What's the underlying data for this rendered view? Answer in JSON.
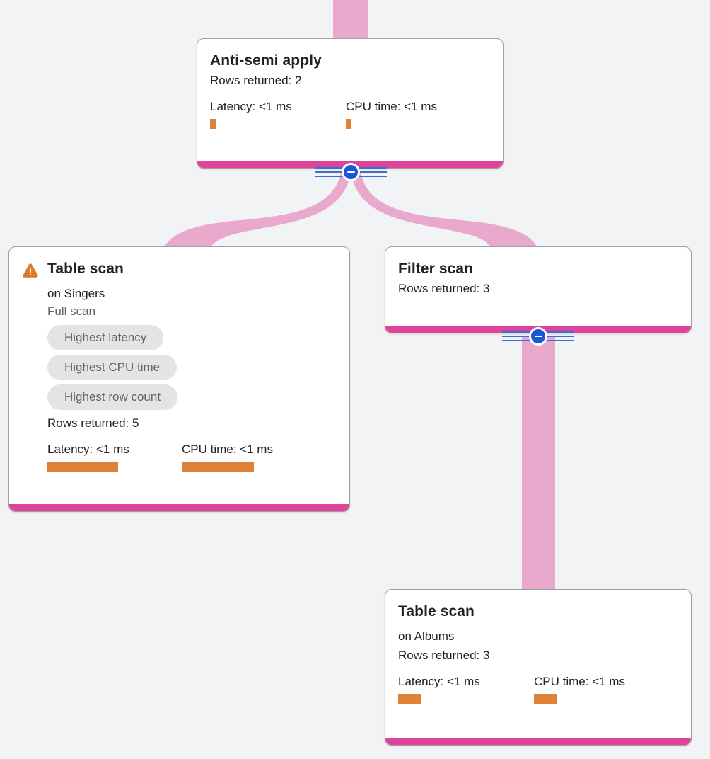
{
  "theme": {
    "background": "#f1f3f4",
    "card_background": "#ffffff",
    "card_border": "#9aa0a6",
    "accent_pink": "#e0429a",
    "edge_pink": "#e8a9cd",
    "metric_orange": "#df8136",
    "warning_orange": "#d97b2c",
    "chip_background": "#e4e4e4",
    "chip_text": "#5f6368",
    "toggle_blue": "#1a56d6"
  },
  "graph": {
    "nodes": [
      {
        "id": "anti-semi-apply",
        "title": "Anti-semi apply",
        "rows_returned": "Rows returned: 2",
        "latency_label": "Latency: <1 ms",
        "cpu_label": "CPU time: <1 ms",
        "latency_bar_width": 8,
        "cpu_bar_width": 8,
        "has_warning": false,
        "subtitle": null,
        "scan_type": null,
        "chips": []
      },
      {
        "id": "table-scan-singers",
        "title": "Table scan",
        "subtitle": "on Singers",
        "scan_type": "Full scan",
        "rows_returned": "Rows returned: 5",
        "latency_label": "Latency: <1 ms",
        "cpu_label": "CPU time: <1 ms",
        "latency_bar_width": 100,
        "cpu_bar_width": 102,
        "has_warning": true,
        "chips": [
          "Highest latency",
          "Highest CPU time",
          "Highest row count"
        ]
      },
      {
        "id": "filter-scan",
        "title": "Filter scan",
        "rows_returned": "Rows returned: 3",
        "subtitle": null,
        "scan_type": null,
        "latency_label": null,
        "cpu_label": null,
        "has_warning": false,
        "chips": []
      },
      {
        "id": "table-scan-albums",
        "title": "Table scan",
        "subtitle": "on Albums",
        "scan_type": null,
        "rows_returned": "Rows returned: 3",
        "latency_label": "Latency: <1 ms",
        "cpu_label": "CPU time: <1 ms",
        "latency_bar_width": 33,
        "cpu_bar_width": 33,
        "has_warning": true,
        "chips": []
      }
    ],
    "toggles": [
      {
        "id": "collapse-anti-semi-apply",
        "state": "expanded",
        "glyph": "minus"
      },
      {
        "id": "collapse-filter-scan",
        "state": "expanded",
        "glyph": "minus"
      }
    ]
  }
}
